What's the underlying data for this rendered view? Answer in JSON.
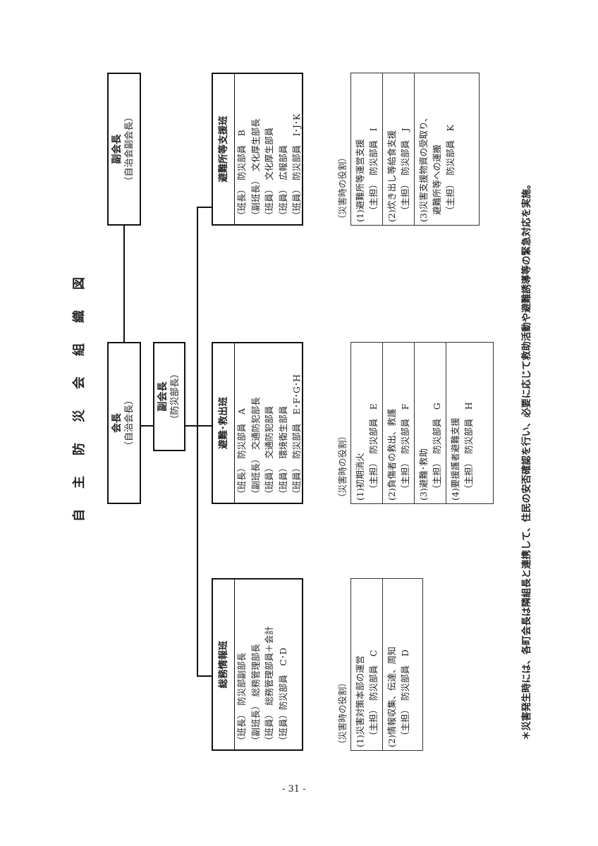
{
  "title": "自主防災会組織図",
  "chairman": {
    "title": "会長",
    "sub": "（自治会長）"
  },
  "vice_disaster": {
    "title": "副会長",
    "sub": "（防災部長）"
  },
  "vice_assoc": {
    "title": "副会長",
    "sub": "（自治会副会長）"
  },
  "teams": [
    {
      "name": "総務情報班",
      "members": [
        "（班長）　防災部副部長",
        "（副班長）　総務管理部長",
        "（班員）　総務管理部員＋会計",
        "（班員）防災部員　C･D"
      ],
      "roles_label": "（災害時の役割）",
      "roles": [
        {
          "task": "(1)災害対策本部の運営",
          "lead": "（主担）　防災部員　C"
        },
        {
          "task": "(2)情報収集、伝達、周知",
          "lead": "（主担）　防災部員　D"
        }
      ]
    },
    {
      "name": "避難･救出班",
      "members": [
        "（班長）　防災部員　A",
        "（副班長）　交通防犯部長",
        "（班員）　交通防犯部員",
        "（班員）　環境衛生部員",
        "（班員）　防災部員　E･F･G･H"
      ],
      "roles_label": "（災害時の役割）",
      "roles": [
        {
          "task": "(1)初期消火",
          "lead": "（主担）　防災部員　E"
        },
        {
          "task": "(2)負傷者の救出、救護",
          "lead": "（主担）　防災部員　F"
        },
        {
          "task": "(3)避難･救助",
          "lead": "（主担）　防災部員　G"
        },
        {
          "task": "(4)要援護者避難支援",
          "lead": "（主担）　防災部員　H"
        }
      ]
    },
    {
      "name": "避難所等支援班",
      "members": [
        "（班長）　防災部員　B",
        "（副班長）　文化厚生部長",
        "（班員）　文化厚生部員",
        "（班員）　広報部員",
        "（班員）　防災部員　I･J･K"
      ],
      "roles_label": "（災害時の役割）",
      "roles": [
        {
          "task": "(1)避難所等運営支援",
          "lead": "（主担）　防災部員　I"
        },
        {
          "task": "(2)炊き出し等給食支援",
          "lead": "（主担）　防災部員　J"
        },
        {
          "task": "(3)災害支援物資の受取り、",
          "task2": "避難所等への運搬",
          "lead": "（主担）　防災部員　K"
        }
      ]
    }
  ],
  "footnote": "＊災害発生時には、各町会長は隣組長と連携して、住民の安否確認を行い、必要に応じて救助活動や避難誘導等の緊急対応を実施。",
  "page_number": "- 31 -"
}
